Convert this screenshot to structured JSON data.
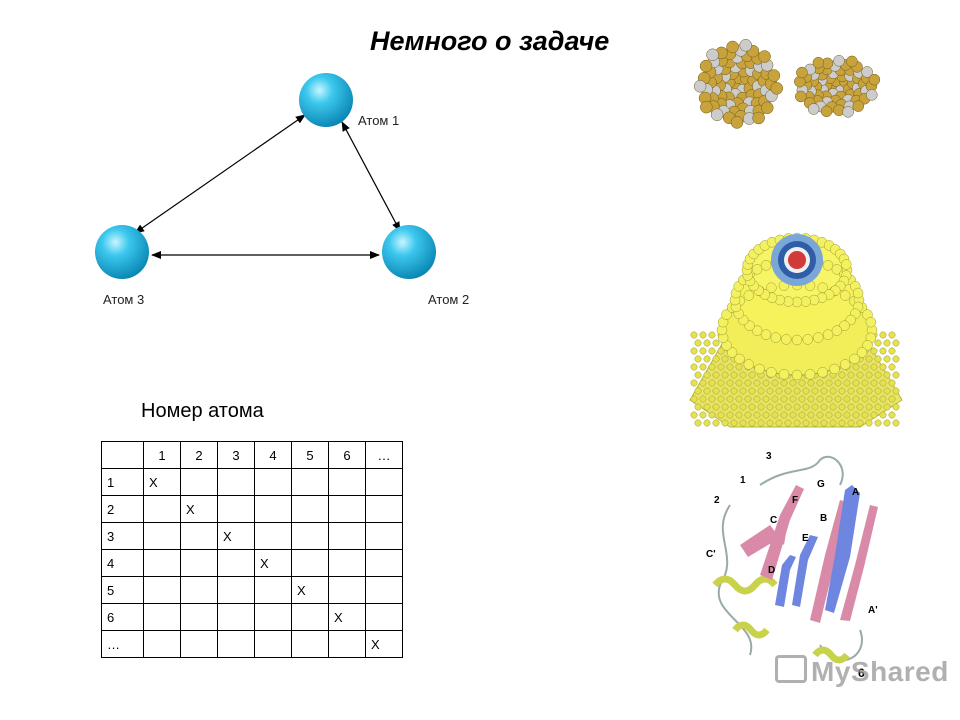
{
  "title": "Немного о задаче",
  "atoms": {
    "atom1": "Атом 1",
    "atom2": "Атом 2",
    "atom3": "Атом 3"
  },
  "table_title": "Номер атома",
  "table": {
    "header": [
      "",
      "1",
      "2",
      "3",
      "4",
      "5",
      "6",
      "…"
    ],
    "rows": [
      [
        "1",
        "X",
        "",
        "",
        "",
        "",
        "",
        ""
      ],
      [
        "2",
        "",
        "X",
        "",
        "",
        "",
        "",
        ""
      ],
      [
        "3",
        "",
        "",
        "X",
        "",
        "",
        "",
        ""
      ],
      [
        "4",
        "",
        "",
        "",
        "X",
        "",
        "",
        ""
      ],
      [
        "5",
        "",
        "",
        "",
        "",
        "X",
        "",
        ""
      ],
      [
        "6",
        "",
        "",
        "",
        "",
        "",
        "X",
        ""
      ],
      [
        "…",
        "",
        "",
        "",
        "",
        "",
        "",
        "X"
      ]
    ]
  },
  "protein_labels": [
    "1",
    "2",
    "3",
    "A",
    "B",
    "C",
    "C'",
    "D",
    "E",
    "F",
    "G",
    "A'",
    "6"
  ],
  "watermark": "MyShared",
  "colors": {
    "atom": "#1fb8e0",
    "nanocluster_gold": "#c8a23a",
    "nanocluster_h": "#cccccc",
    "protein_beta_pink": "#d98aa8",
    "protein_beta_blue": "#6f86e0",
    "protein_helix": "#c8d24a"
  }
}
